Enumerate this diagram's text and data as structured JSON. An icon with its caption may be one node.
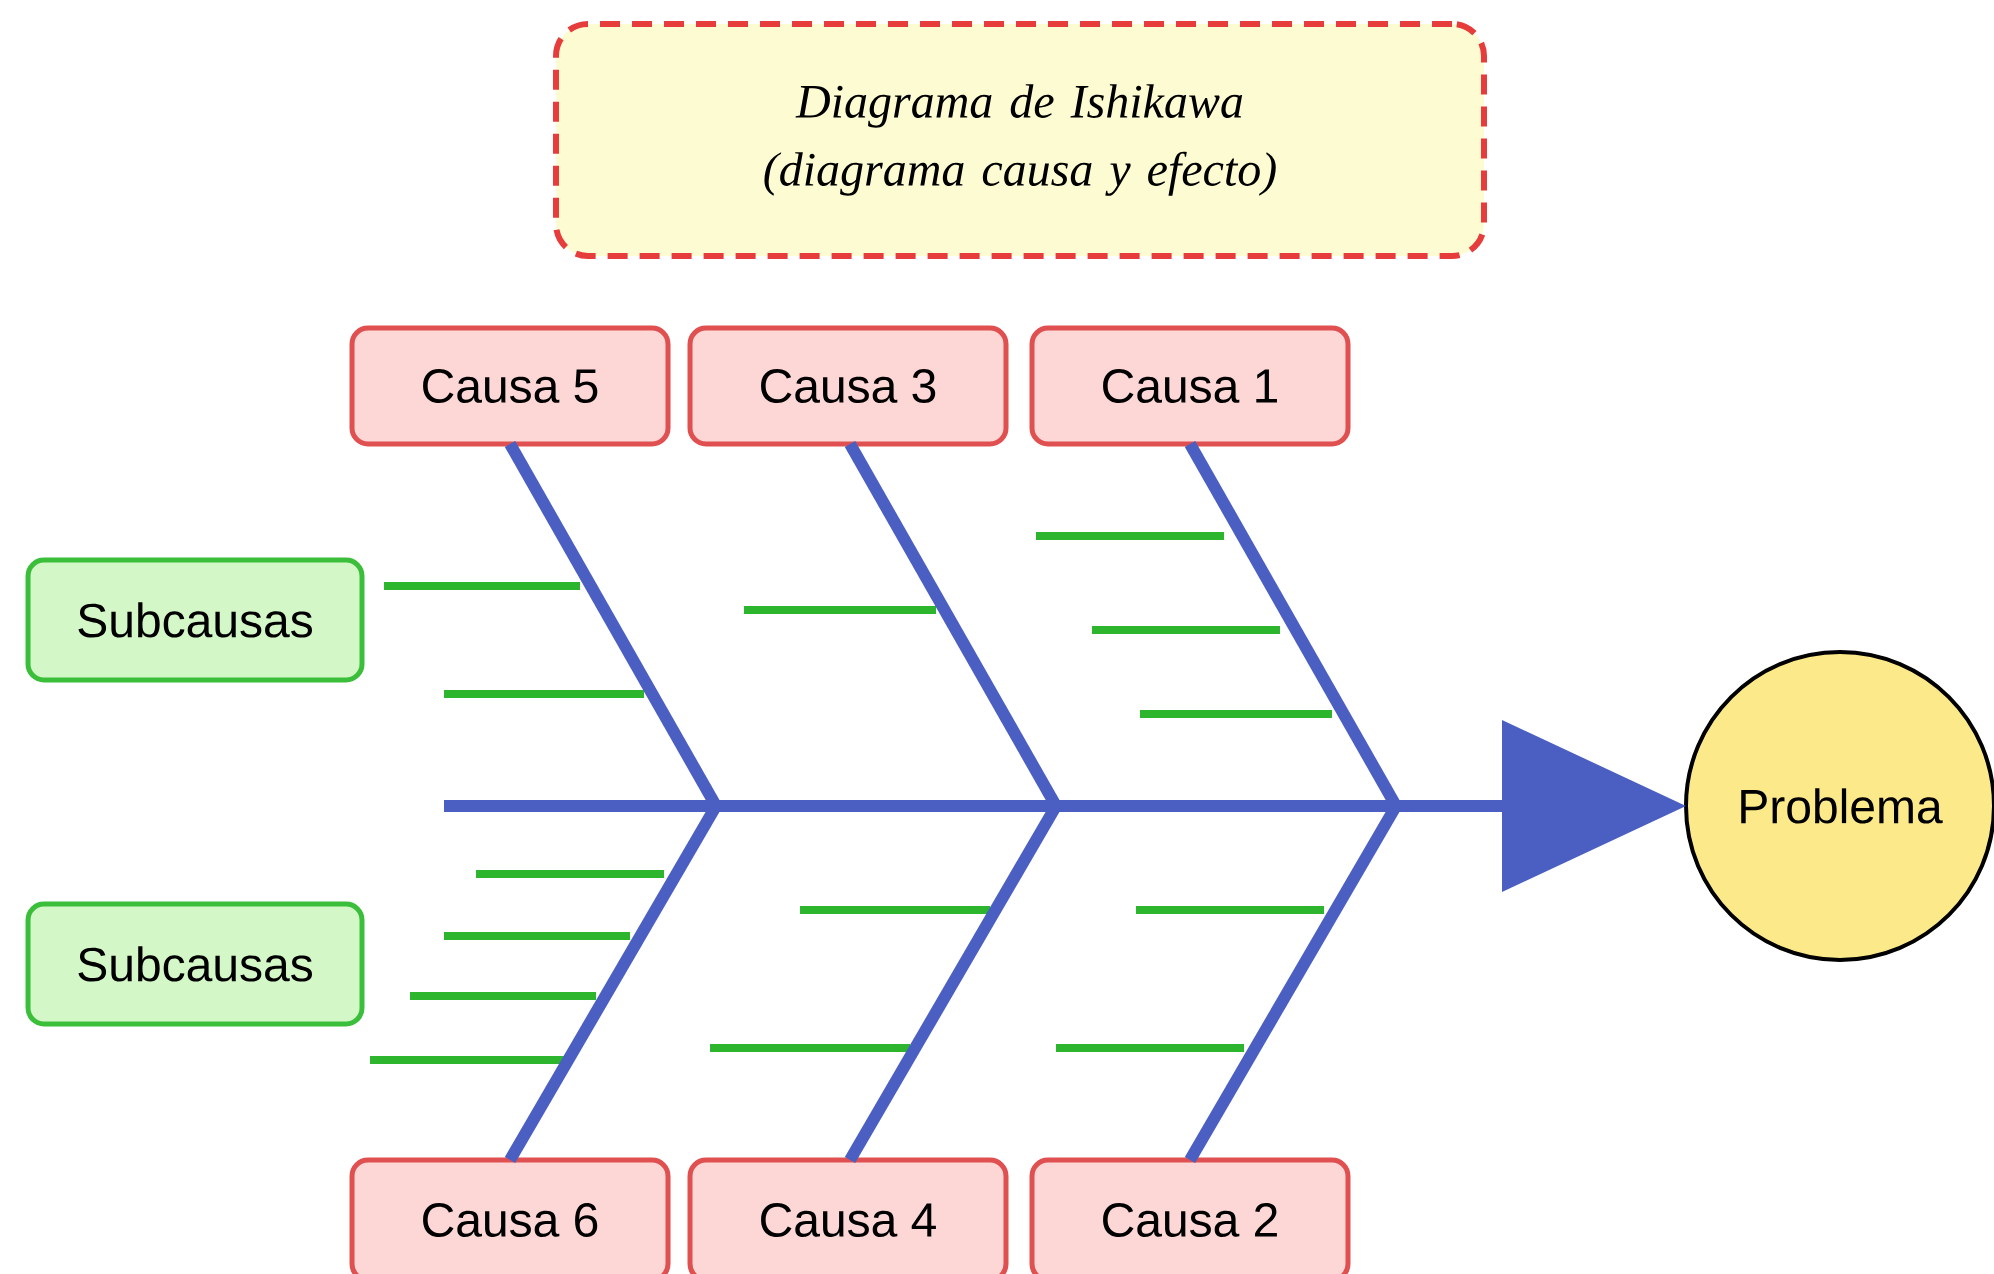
{
  "diagram": {
    "nodes": [
      {
        "text": [
          "Diagrama de Ishikawa (diagrama causa y efecto)"
        ]
      },
      {
        "text": [
          "Causa 5"
        ]
      },
      {
        "text": [
          "Causa 3"
        ]
      },
      {
        "text": [
          "Causa 1"
        ]
      },
      {
        "text": [
          "Subcausas"
        ]
      },
      {
        "text": [
          "Subcausas"
        ]
      },
      {
        "text": [
          "Problema"
        ]
      },
      {
        "text": [
          "Causa 6"
        ]
      },
      {
        "text": [
          "Causa 4"
        ]
      },
      {
        "text": [
          "Causa 2"
        ]
      }
    ],
    "edges": [
      {
        "from": null,
        "to": 6,
        "arrow": "to"
      },
      {
        "from": 1,
        "to": null,
        "arrow": "none"
      },
      {
        "from": 2,
        "to": null,
        "arrow": "none"
      },
      {
        "from": 3,
        "to": null,
        "arrow": "none"
      },
      {
        "from": 7,
        "to": null,
        "arrow": "none"
      },
      {
        "from": 8,
        "to": null,
        "arrow": "none"
      },
      {
        "from": 9,
        "to": null,
        "arrow": "none"
      }
    ]
  }
}
